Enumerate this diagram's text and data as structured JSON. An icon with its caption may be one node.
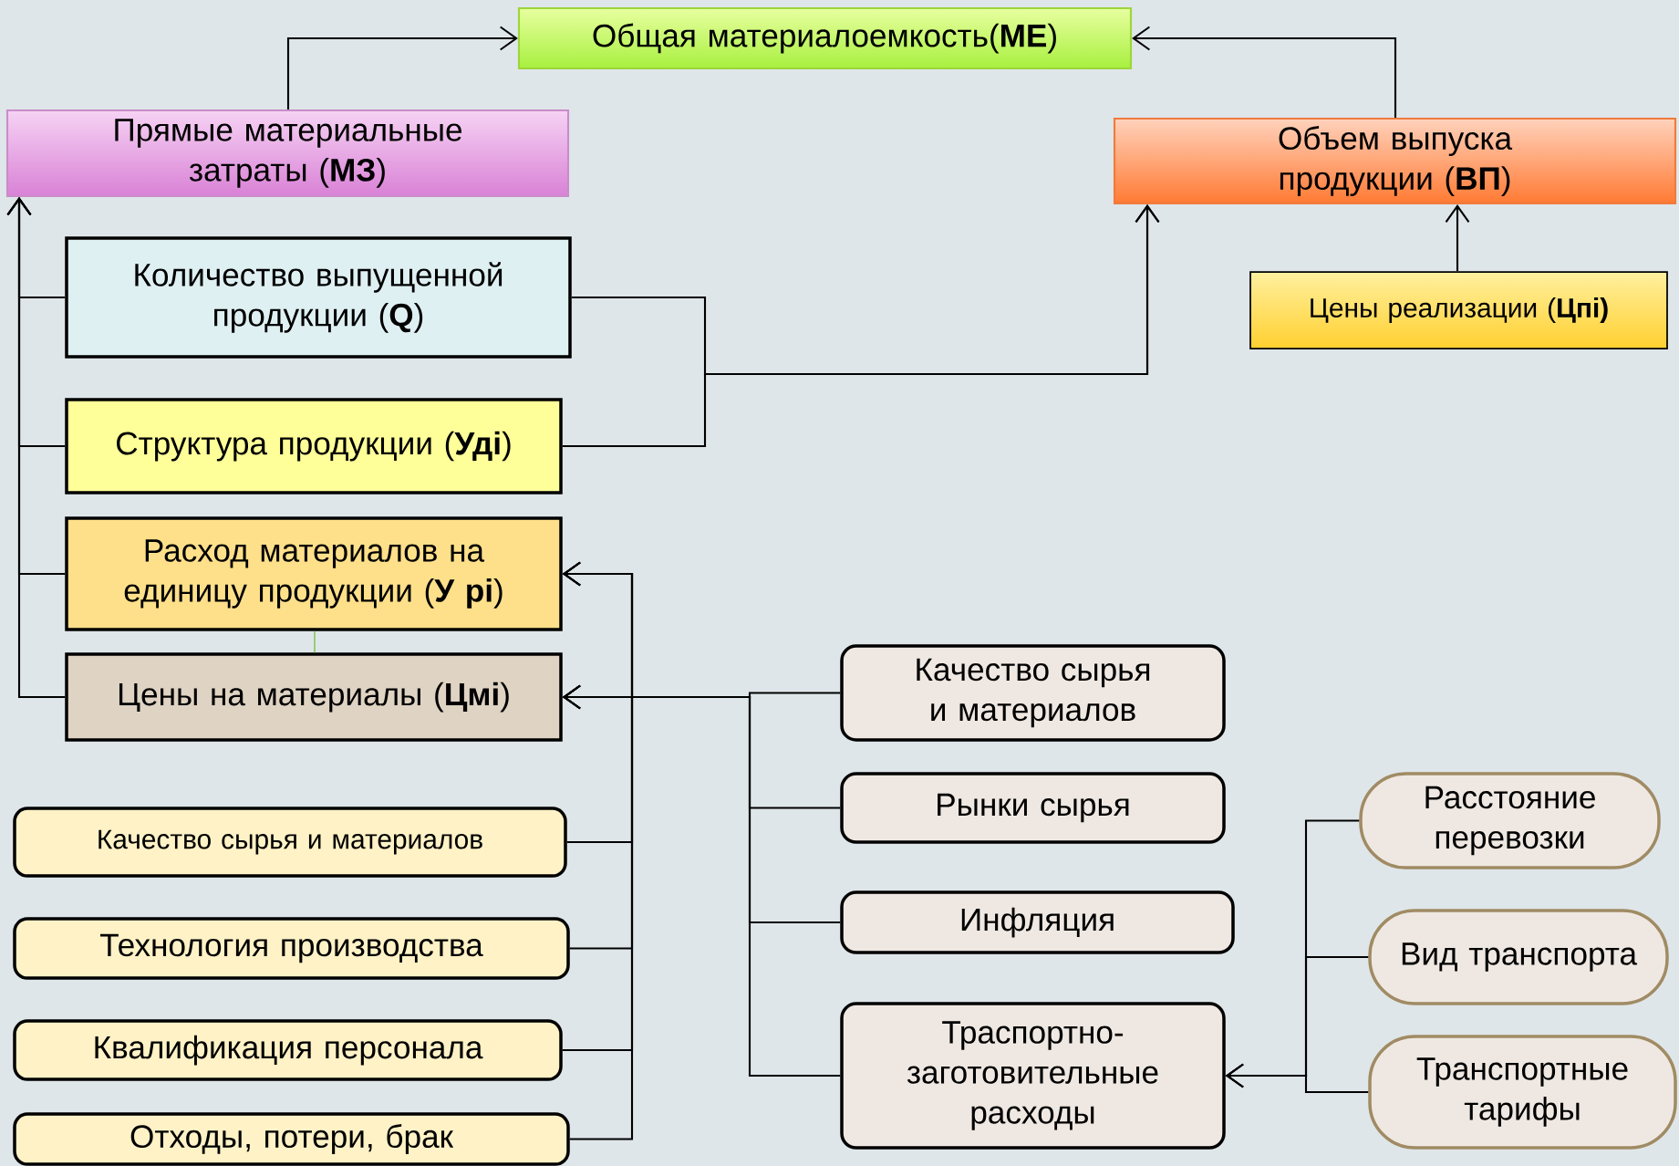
{
  "diagram": {
    "nodes": [
      {
        "text": [
          "Общая материалоемкость(**МЕ**)"
        ]
      },
      {
        "text": [
          "Прямые материальные затраты (**МЗ**)"
        ]
      },
      {
        "text": [
          "Объем выпуска продукции (**ВП**)"
        ]
      },
      {
        "text": [
          "Цены реализации (**Цпі)**"
        ]
      },
      {
        "text": [
          "Количество выпущенной продукции (**Q**)"
        ]
      },
      {
        "text": [
          "Структура продукции  (**Удi**)"
        ]
      },
      {
        "text": [
          "Расход материалов на единицу продукции (**У рі**)"
        ]
      },
      {
        "text": [
          "Цены на материалы (**Цмі**)"
        ]
      },
      {
        "text": [
          "Качество сырья и материалов"
        ]
      },
      {
        "text": [
          "Технология производства"
        ]
      },
      {
        "text": [
          "Квалификация персонала"
        ]
      },
      {
        "text": [
          "Отходы, потери, брак"
        ]
      },
      {
        "text": [
          "Качество сырья и материалов"
        ]
      },
      {
        "text": [
          "Рынки сырья"
        ]
      },
      {
        "text": [
          "Инфляция"
        ]
      },
      {
        "text": [
          "Траспортно-заготовительные расходы"
        ]
      },
      {
        "text": [
          "Расстояние перевозки"
        ]
      },
      {
        "text": [
          "Вид транспорта"
        ]
      },
      {
        "text": [
          "Транспортные тарифы"
        ]
      }
    ],
    "edges": [
      {
        "from": 1,
        "to": 0,
        "arrow": "to"
      },
      {
        "from": 2,
        "to": 0,
        "arrow": "to"
      },
      {
        "from": 4,
        "to": 2,
        "arrow": "to"
      },
      {
        "from": 5,
        "to": 2,
        "arrow": "to"
      },
      {
        "from": 3,
        "to": 2,
        "arrow": "to"
      },
      {
        "from": 4,
        "to": 1,
        "arrow": "to"
      },
      {
        "from": 5,
        "to": 1,
        "arrow": "to"
      },
      {
        "from": 6,
        "to": 1,
        "arrow": "to"
      },
      {
        "from": 7,
        "to": 1,
        "arrow": "to"
      },
      {
        "from": 8,
        "to": 6,
        "arrow": "to"
      },
      {
        "from": 9,
        "to": 6,
        "arrow": "to"
      },
      {
        "from": 10,
        "to": 6,
        "arrow": "to"
      },
      {
        "from": 11,
        "to": 6,
        "arrow": "to"
      },
      {
        "from": 12,
        "to": 7,
        "arrow": "to"
      },
      {
        "from": 13,
        "to": 7,
        "arrow": "to"
      },
      {
        "from": 14,
        "to": 7,
        "arrow": "to"
      },
      {
        "from": 15,
        "to": 7,
        "arrow": "to"
      },
      {
        "from": 16,
        "to": 15,
        "arrow": "to"
      },
      {
        "from": 17,
        "to": 15,
        "arrow": "to"
      },
      {
        "from": 18,
        "to": 15,
        "arrow": "to"
      },
      {
        "from": 6,
        "to": 7,
        "arrow": "none",
        "color": "#7cc242"
      }
    ]
  }
}
